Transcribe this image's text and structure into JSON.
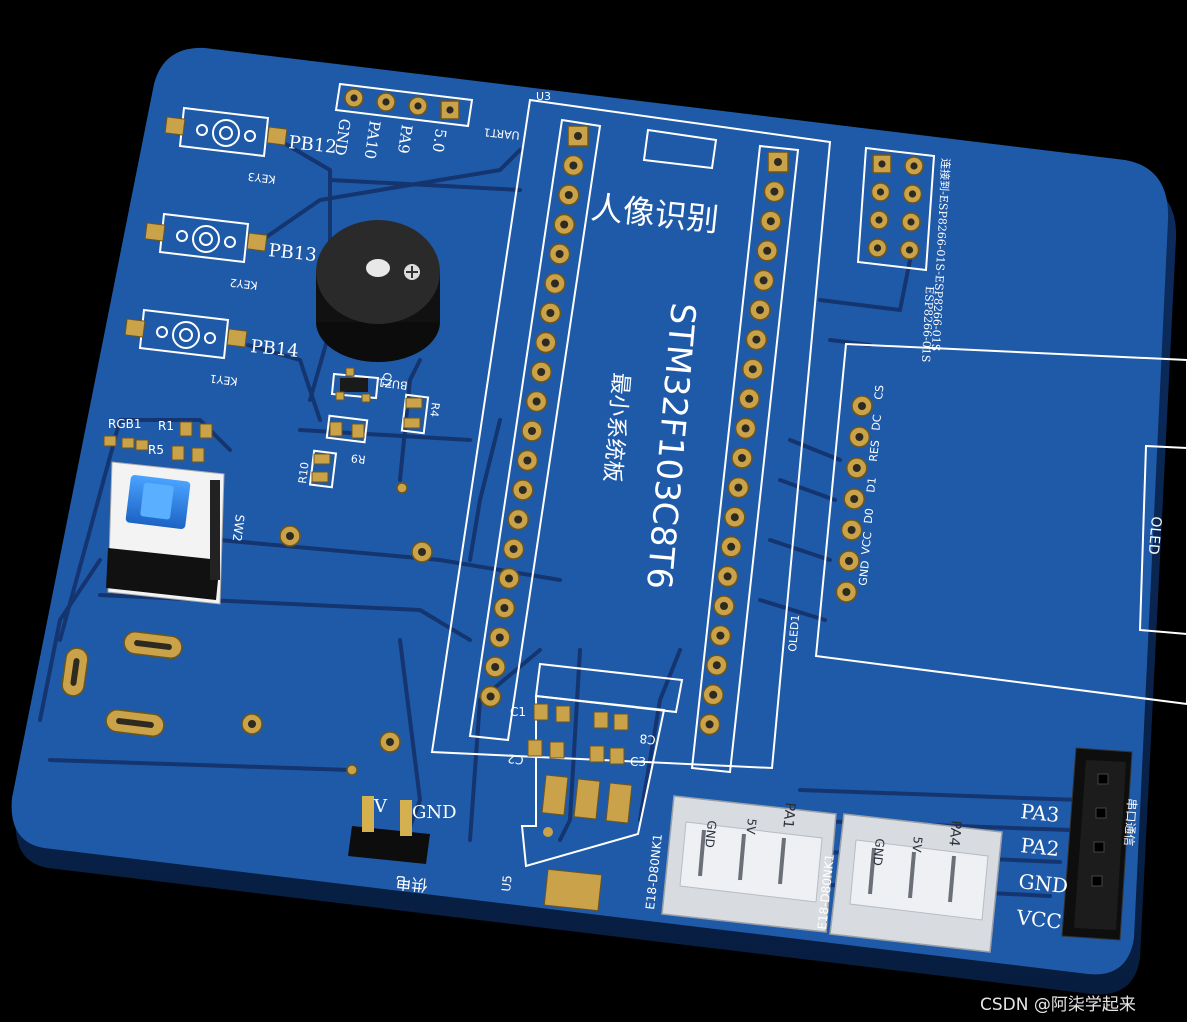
{
  "board": {
    "title_cn": "人像识别",
    "mcu_label": "STM32F103C8T6",
    "mcu_sub": "最小系统板",
    "u3": "U3",
    "u5": "U5",
    "uart_header": {
      "ref": "UART1",
      "pins": [
        "GND",
        "PA10",
        "PA9",
        "5.0"
      ]
    },
    "keys": [
      {
        "ref": "KEY3",
        "net": "PB12"
      },
      {
        "ref": "KEY2",
        "net": "PB13"
      },
      {
        "ref": "KEY1",
        "net": "PB14"
      }
    ],
    "buzzer": {
      "ref": "BUZ1",
      "q": "Q1"
    },
    "resistors": [
      "R1",
      "R5",
      "R4",
      "R9",
      "R10"
    ],
    "rgb": "RGB1",
    "switch": "SW2",
    "caps": [
      "C1",
      "C2",
      "C8",
      "C3"
    ],
    "esp_note_1": "连接到-ESP8266-01S-ESP8266-01S",
    "esp_note_2": "ESP8266-01S",
    "oled": {
      "ref": "OLED1",
      "pins": [
        "CS",
        "DC",
        "RES",
        "D1",
        "D0",
        "VCC",
        "GND"
      ],
      "silk": "OLED"
    },
    "power": {
      "label_v": "V",
      "label_gnd": "GND",
      "label_cn": "供电"
    },
    "connectors": [
      {
        "ref": "E18-D80NK1",
        "pins": [
          "GND",
          "5V",
          "PA1"
        ]
      },
      {
        "ref": "E18-D80NK1",
        "pins": [
          "GND",
          "5V",
          "PA4"
        ]
      }
    ],
    "serial_header": {
      "label_cn": "串口通信",
      "pins": [
        "PA3",
        "PA2",
        "GND",
        "VCC"
      ]
    }
  },
  "watermark": "CSDN @阿柒学起来",
  "colors": {
    "board": "#1f5aa8",
    "copper": "#c9a24a",
    "silk": "#ffffff"
  }
}
